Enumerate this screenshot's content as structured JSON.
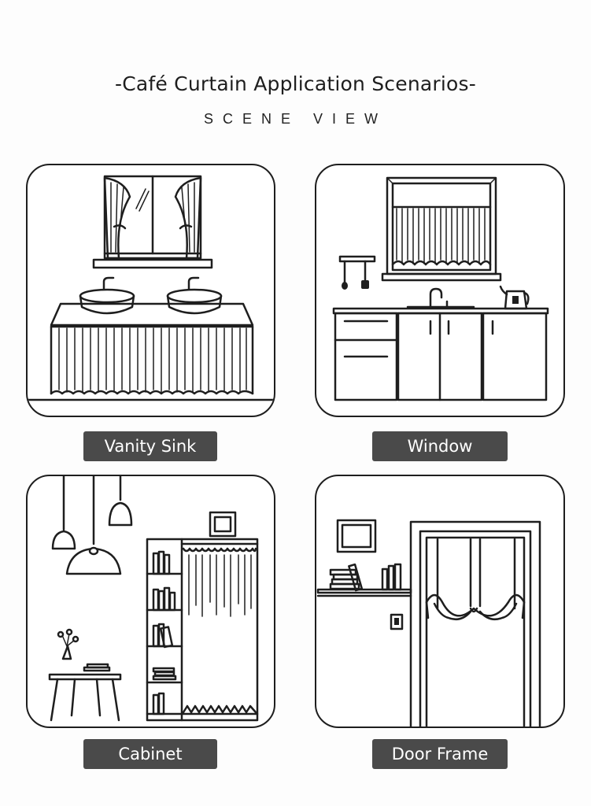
{
  "page": {
    "title": "-Café Curtain Application Scenarios-",
    "subtitle": "SCENE VIEW"
  },
  "scenes": [
    {
      "id": "vanity",
      "label": "Vanity Sink"
    },
    {
      "id": "window",
      "label": "Window"
    },
    {
      "id": "cabinet",
      "label": "Cabinet"
    },
    {
      "id": "door",
      "label": "Door Frame"
    }
  ],
  "colors": {
    "line": "#1e1e1e",
    "label_bg": "#4a4a4a",
    "label_text": "#ffffff"
  }
}
